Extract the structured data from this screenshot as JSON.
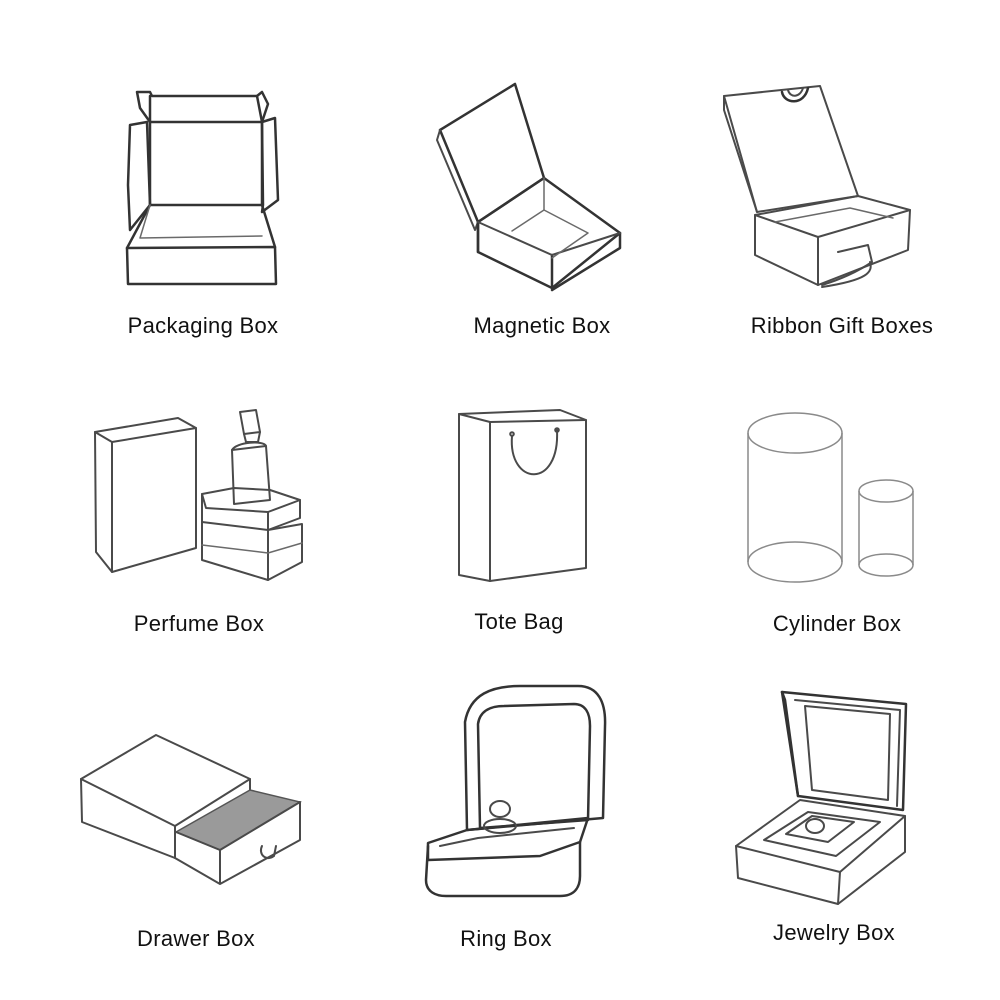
{
  "items": [
    {
      "label": "Packaging Box",
      "icon": "packaging-box-icon"
    },
    {
      "label": "Magnetic Box",
      "icon": "magnetic-box-icon"
    },
    {
      "label": "Ribbon Gift Boxes",
      "icon": "ribbon-gift-box-icon"
    },
    {
      "label": "Perfume Box",
      "icon": "perfume-box-icon"
    },
    {
      "label": "Tote Bag",
      "icon": "tote-bag-icon"
    },
    {
      "label": "Cylinder Box",
      "icon": "cylinder-box-icon"
    },
    {
      "label": "Drawer Box",
      "icon": "drawer-box-icon"
    },
    {
      "label": "Ring Box",
      "icon": "ring-box-icon"
    },
    {
      "label": "Jewelry Box",
      "icon": "jewelry-box-icon"
    }
  ],
  "colors": {
    "background": "#ffffff",
    "stroke": "#4a4a4a",
    "text": "#111111",
    "drawer_fill": "#9a9a9a"
  }
}
